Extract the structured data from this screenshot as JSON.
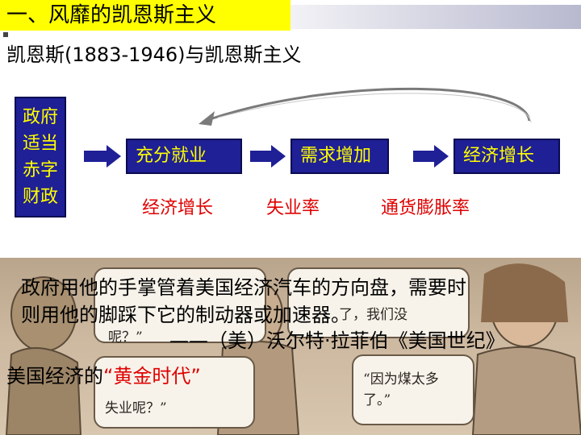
{
  "header": {
    "title": "一、风靡的凯恩斯主义",
    "subtitle": "凯恩斯(1883-1946)与凯恩斯主义"
  },
  "flow": {
    "policy_box": [
      "政府",
      "适当",
      "赤字",
      "财政"
    ],
    "steps": [
      "充分就业",
      "需求增加",
      "经济增长"
    ],
    "effects": [
      "经济增长",
      "失业率",
      "通货膨胀率"
    ]
  },
  "cartoon": {
    "bubbles": [
      "了，我们没",
      "呢？”",
      "失业呢？”",
      "“因为煤太多",
      "了。”"
    ]
  },
  "quote": {
    "line1": "政府用他的手掌管着美国经济汽车的方向盘，需要时",
    "line2": "则用他的脚踩下它的制动器或加速器。",
    "source": "——（美）沃尔特·拉菲伯《美国世纪》",
    "golden_prefix": "美国经济的",
    "golden_highlight": "“黄金时代”"
  },
  "colors": {
    "box_fill": "#1f1f96",
    "box_text": "#ffff00",
    "effect_text": "#e00000",
    "title_bar": "#ffff00"
  }
}
